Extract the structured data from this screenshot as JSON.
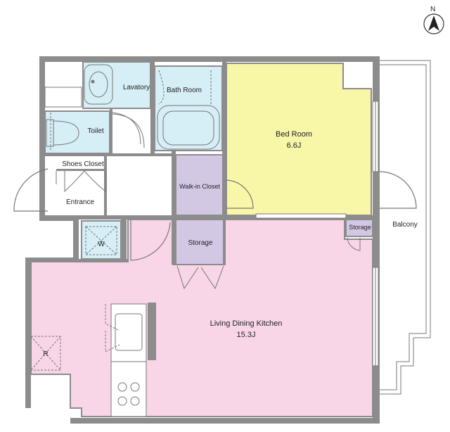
{
  "compass": {
    "label": "N"
  },
  "rooms": {
    "lavatory": "Lavatory",
    "bath_room": "Bath Room",
    "toilet": "Toilet",
    "shoes_closet": "Shoes Closet",
    "entrance": "Entrance",
    "walk_in_closet": "Walk-in Closet",
    "storage_center": "Storage",
    "storage_small": "Storage",
    "bed_room": {
      "name": "Bed Room",
      "size": "6.6J"
    },
    "ldk": {
      "name": "Living Dining Kitchen",
      "size": "15.3J"
    },
    "balcony": "Balcony"
  },
  "fixtures": {
    "washer": "W",
    "fridge": "R"
  },
  "colors": {
    "wall": "#8c8c8c",
    "wet_area": "#d6eef6",
    "bed_room": "#f8f7a8",
    "ldk": "#f8d6e8",
    "closet": "#d3c8e4"
  }
}
